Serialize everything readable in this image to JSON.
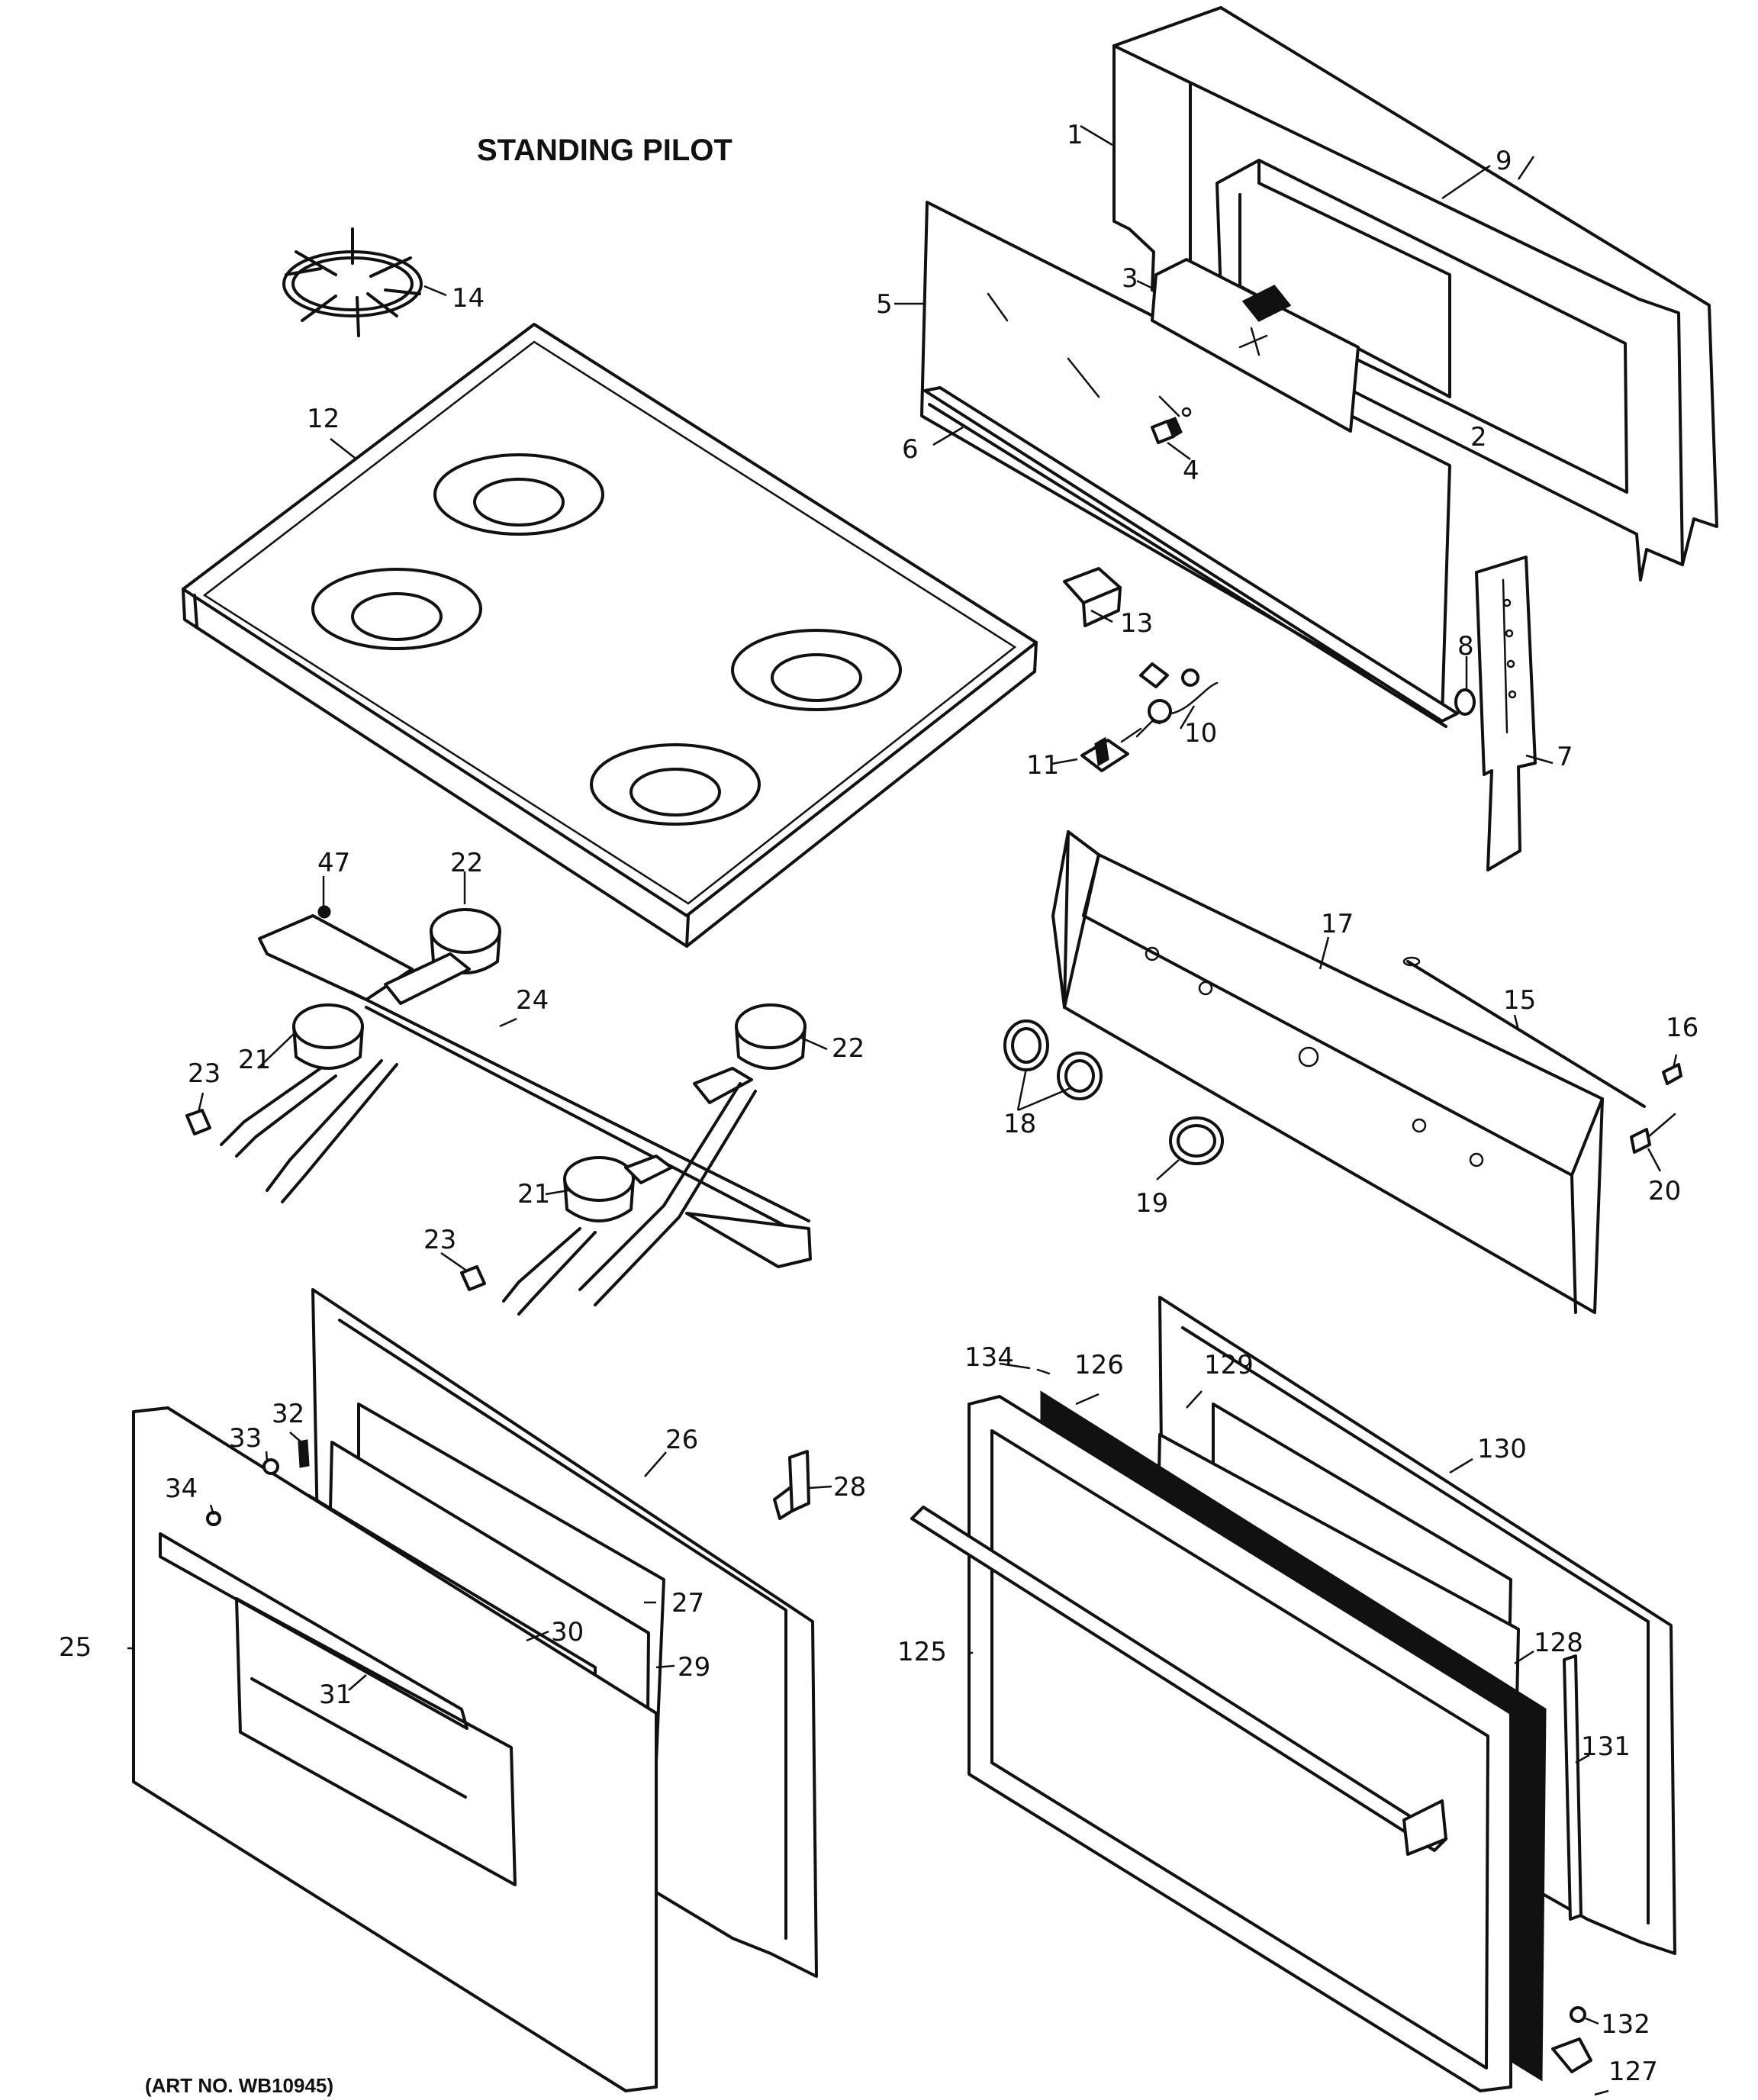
{
  "title": "STANDING PILOT",
  "art_number": "(ART NO. WB10945)",
  "callouts": {
    "c1": "1",
    "c2": "2",
    "c3": "3",
    "c4": "4",
    "c5": "5",
    "c6": "6",
    "c7": "7",
    "c8": "8",
    "c9": "9",
    "c10": "10",
    "c11": "11",
    "c12": "12",
    "c13": "13",
    "c14": "14",
    "c15": "15",
    "c16": "16",
    "c17": "17",
    "c18": "18",
    "c19": "19",
    "c20": "20",
    "c21a": "21",
    "c21b": "21",
    "c22a": "22",
    "c22b": "22",
    "c23a": "23",
    "c23b": "23",
    "c24": "24",
    "c25": "25",
    "c26": "26",
    "c27": "27",
    "c28": "28",
    "c29": "29",
    "c30": "30",
    "c31": "31",
    "c32": "32",
    "c33": "33",
    "c34": "34",
    "c47": "47",
    "c125": "125",
    "c126": "126",
    "c127": "127",
    "c128": "128",
    "c129": "129",
    "c130": "130",
    "c131": "131",
    "c132": "132",
    "c134": "134"
  }
}
